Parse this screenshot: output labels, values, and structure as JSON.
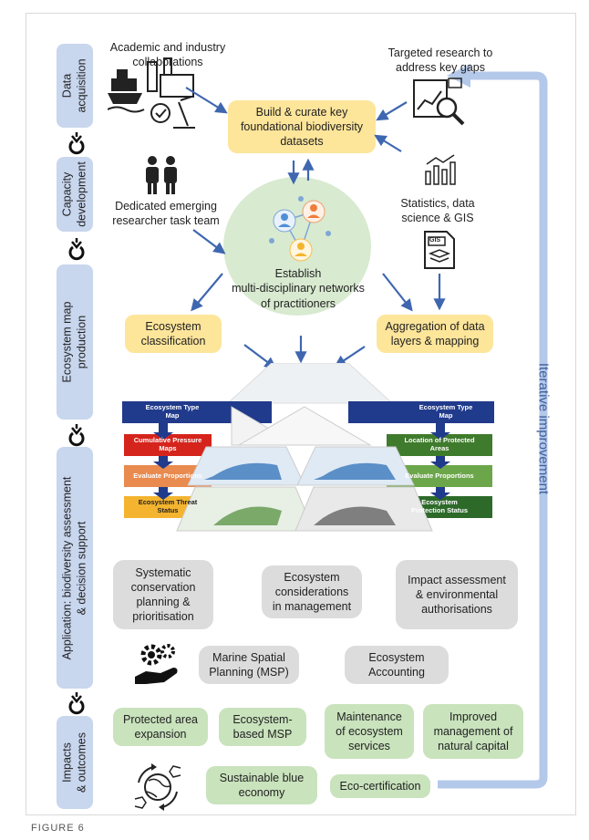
{
  "stages": {
    "data_acquisition": "Data\nacquisition",
    "capacity_development": "Capacity\ndevelopment",
    "ecosystem_map_production": "Ecosystem map\nproduction",
    "application": "Application: biodiversity assessment\n& decision support",
    "impacts": "Impacts\n& outcomes"
  },
  "top": {
    "academic": "Academic and industry\ncollaborations",
    "targeted": "Targeted research to\naddress key gaps",
    "build": "Build & curate key\nfoundational biodiversity\ndatasets",
    "dedicated": "Dedicated emerging\nresearcher task team",
    "statistics": "Statistics, data\nscience & GIS",
    "establish": "Establish\nmulti-disciplinary networks\nof practitioners",
    "classification": "Ecosystem\nclassification",
    "aggregation": "Aggregation of data\nlayers & mapping",
    "gis_icon_text": "GIS"
  },
  "pyramid": {
    "left_type_map": "Ecosystem Type\nMap",
    "right_type_map": "Ecosystem Type\nMap",
    "pressure": "Cumulative Pressure\nMaps",
    "protected": "Location of Protected\nAreas",
    "eval_left": "Evaluate Proportions",
    "eval_right": "Evaluate Proportions",
    "threat": "Ecosystem Threat\nStatus",
    "protection": "Ecosystem\nProtection Status"
  },
  "application": {
    "systematic": "Systematic\nconservation\nplanning &\nprioritisation",
    "considerations": "Ecosystem\nconsiderations\nin management",
    "impact_assessment": "Impact assessment\n& environmental\nauthorisations",
    "msp": "Marine Spatial\nPlanning (MSP)",
    "accounting": "Ecosystem\nAccounting"
  },
  "outcomes": {
    "protected_area": "Protected area\nexpansion",
    "ecosystem_msp": "Ecosystem-\nbased MSP",
    "maintenance": "Maintenance\nof ecosystem\nservices",
    "improved": "Improved\nmanagement of\nnatural capital",
    "blue_economy": "Sustainable blue\neconomy",
    "eco_cert": "Eco-certification"
  },
  "iterative": "Iterative improvement",
  "figure_label": "FIGURE 6",
  "colors": {
    "stage": "#c8d6ee",
    "arrow": "#3f67b0",
    "yellow": "#fde59a",
    "grey": "#dcdcdc",
    "green": "#c9e3bd",
    "loop": "#b4c8ea"
  }
}
